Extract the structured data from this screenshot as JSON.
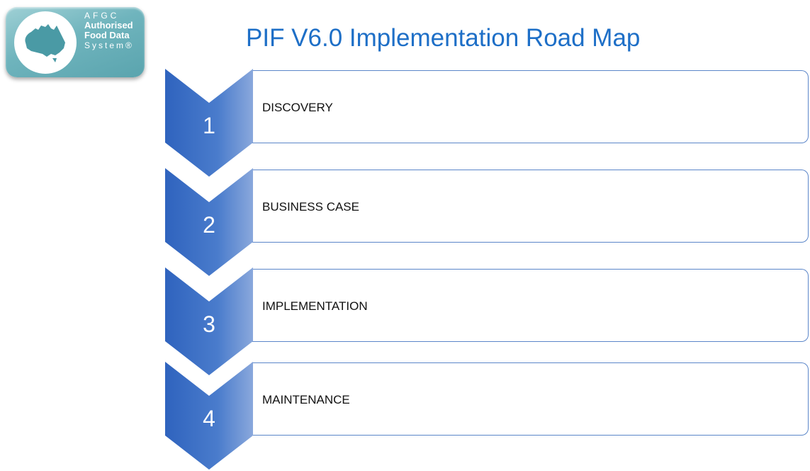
{
  "logo": {
    "line1": "AFGC",
    "line2": "Authorised",
    "line3": "Food Data",
    "line4": "System®",
    "map_icon": "australia-map-icon"
  },
  "title": "PIF V6.0 Implementation Road Map",
  "colors": {
    "title": "#1e6fc7",
    "chevron_dark": "#2f63be",
    "chevron_light": "#8aa8dc",
    "box_border": "#5b86c9",
    "logo_teal": "#6fb4bd"
  },
  "stages": [
    {
      "number": "1",
      "label": "DISCOVERY"
    },
    {
      "number": "2",
      "label": "BUSINESS CASE"
    },
    {
      "number": "3",
      "label": "IMPLEMENTATION"
    },
    {
      "number": "4",
      "label": "MAINTENANCE"
    }
  ]
}
